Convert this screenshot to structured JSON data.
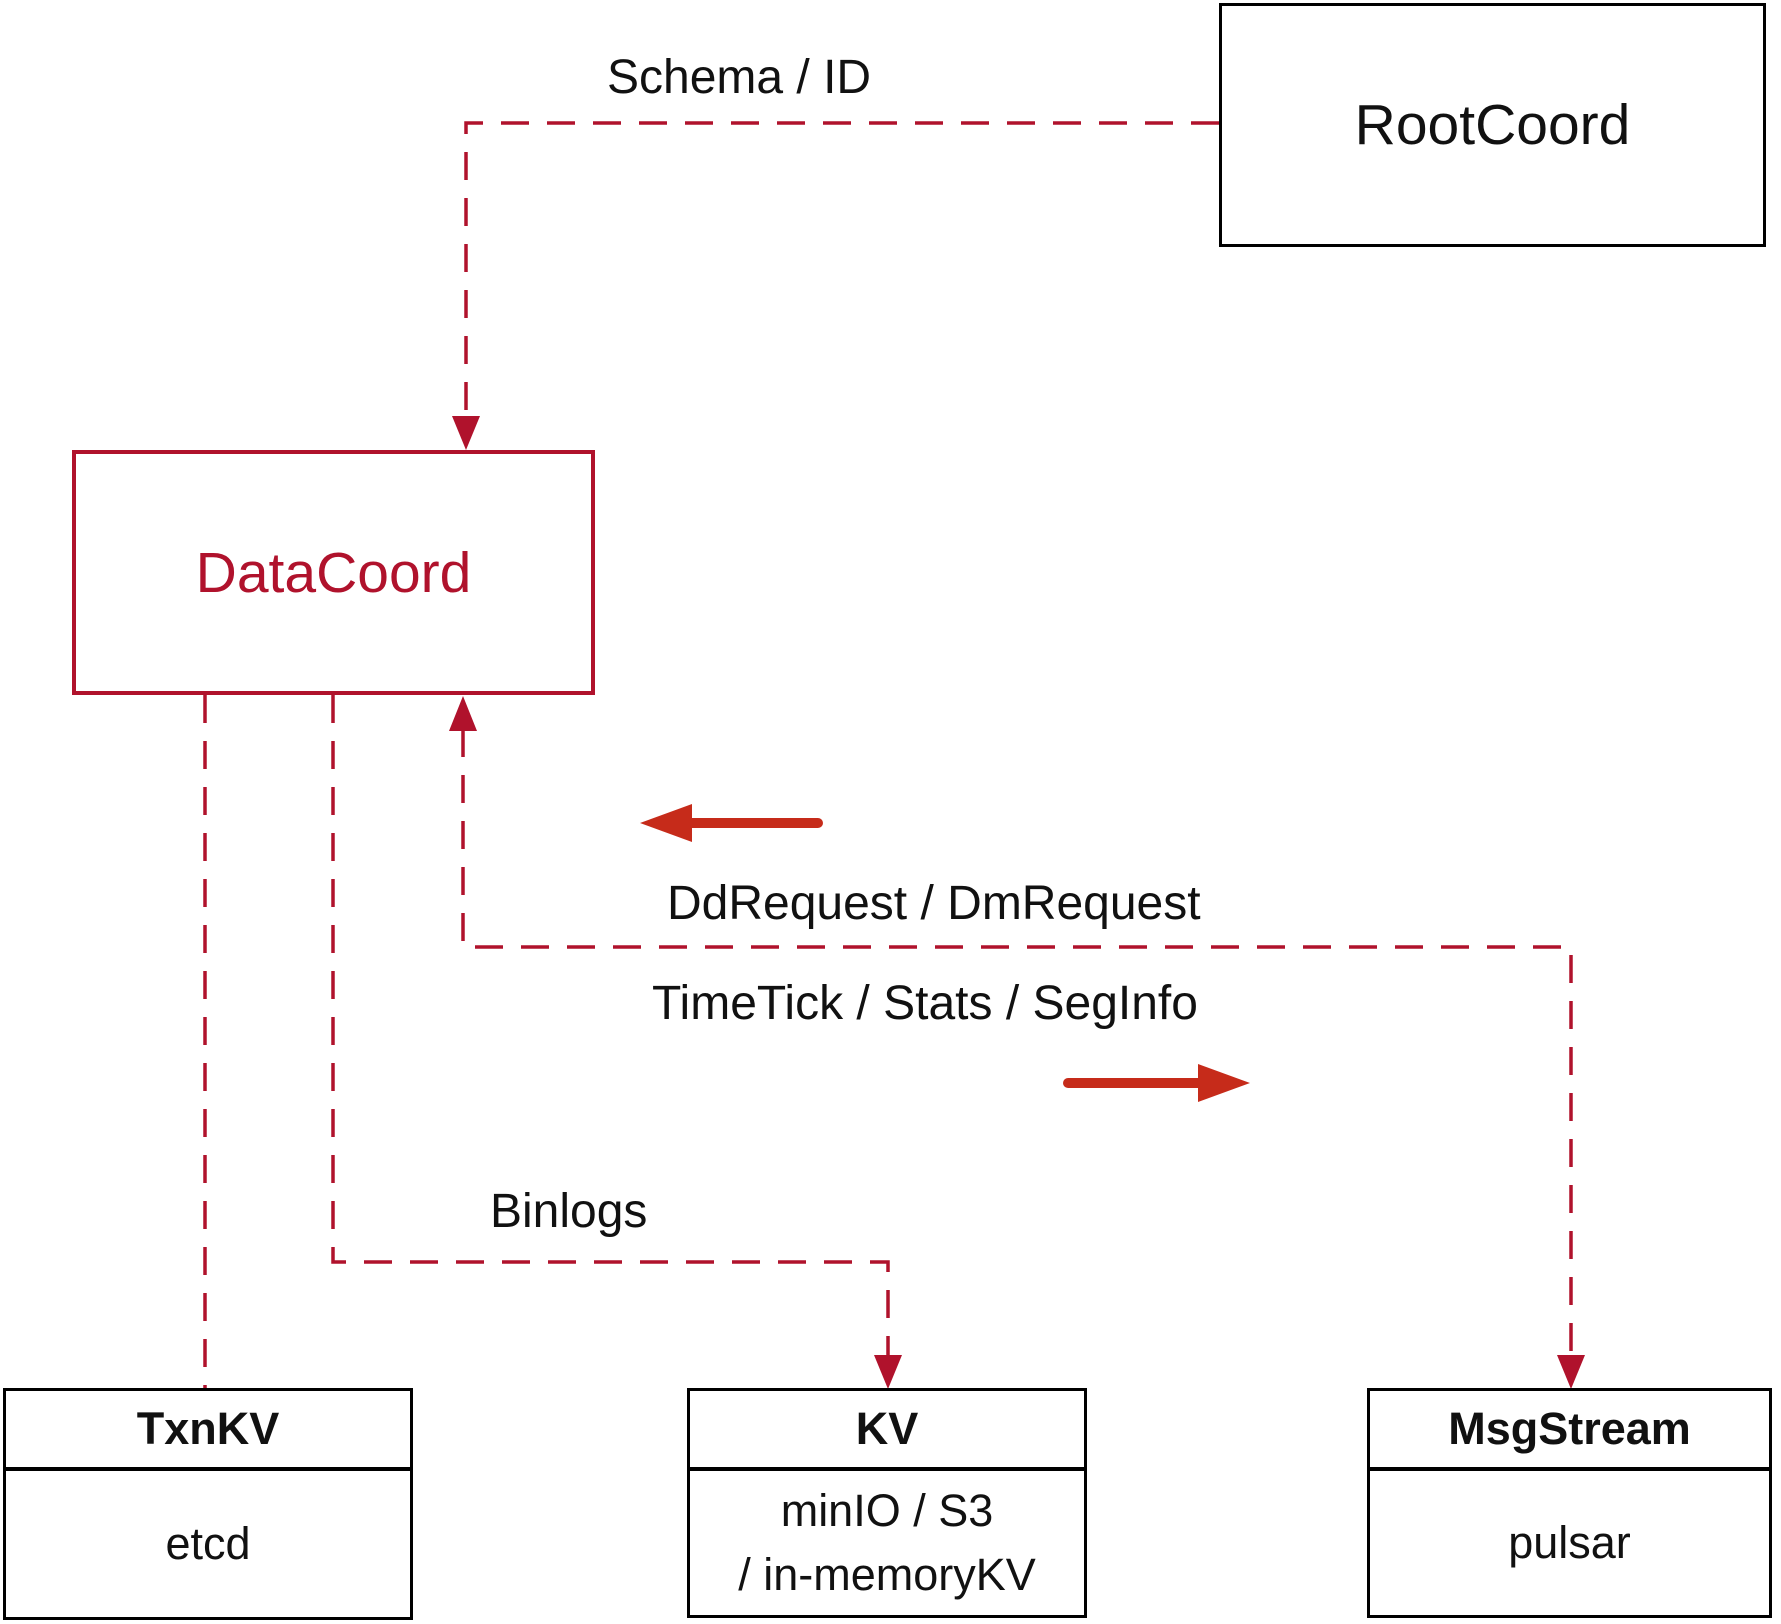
{
  "colors": {
    "crimson": "#b0122c",
    "arrow_red": "#c62b1a",
    "box_black": "#000000"
  },
  "nodes": {
    "rootcoord": {
      "label": "RootCoord"
    },
    "datacoord": {
      "label": "DataCoord"
    },
    "txnkv": {
      "title": "TxnKV",
      "sub": "etcd"
    },
    "kv": {
      "title": "KV",
      "sub_line1": "minIO / S3",
      "sub_line2": "/ in-memoryKV"
    },
    "msgstream": {
      "title": "MsgStream",
      "sub": "pulsar"
    }
  },
  "edges": {
    "schema_id": {
      "label": "Schema / ID"
    },
    "dd_dm_request": {
      "label": "DdRequest / DmRequest"
    },
    "timetick": {
      "label": "TimeTick / Stats / SegInfo"
    },
    "binlogs": {
      "label": "Binlogs"
    }
  }
}
